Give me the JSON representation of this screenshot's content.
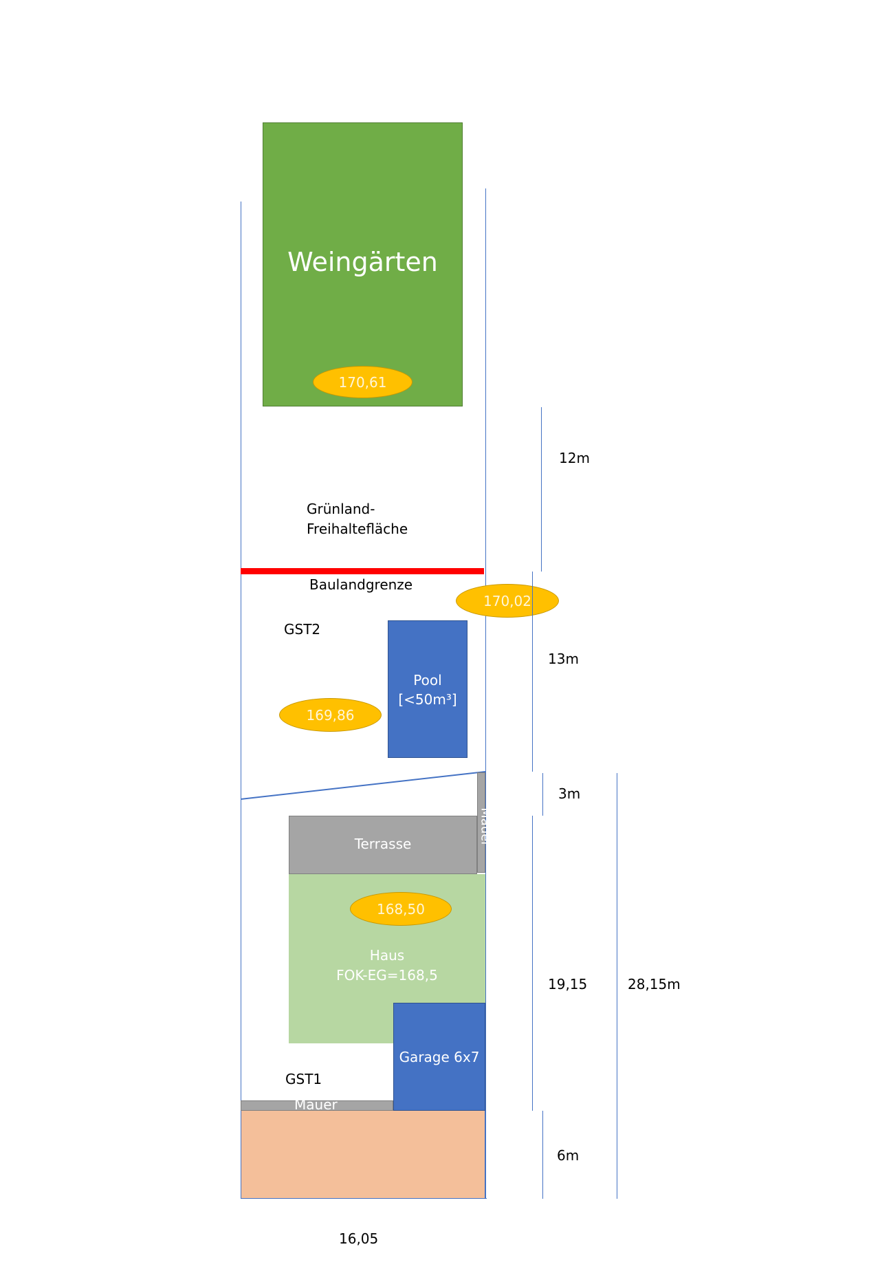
{
  "areas": {
    "vineyard": "Weingärten",
    "greenland": [
      "Grünland-",
      "Freihaltefläche"
    ],
    "building_boundary": "Baulandgrenze",
    "plot2": "GST2",
    "plot1": "GST1",
    "pool": [
      "Pool",
      "[<50m³]"
    ],
    "terrace": "Terrasse",
    "wall_side": "Mauer",
    "wall_bottom": "Mauer",
    "house": [
      "Haus",
      "FOK-EG=168,5"
    ],
    "garage": "Garage 6x7"
  },
  "elevations": {
    "vineyard": "170,61",
    "boundary": "170,02",
    "plot2": "169,86",
    "house": "168,50"
  },
  "dimensions": {
    "d12": "12m",
    "d13": "13m",
    "d3": "3m",
    "d1915": "19,15",
    "d2815": "28,15m",
    "d6": "6m",
    "width": "16,05"
  },
  "colors": {
    "vineyard": "#70ad47",
    "boundary_line": "#ff0000",
    "pool": "#4472c4",
    "garage": "#4472c4",
    "terrace": "#a5a5a5",
    "house": "#b7d7a2",
    "street": "#f4bf9a",
    "elevation_marker": "#ffc000",
    "lines": "#4472c4"
  }
}
